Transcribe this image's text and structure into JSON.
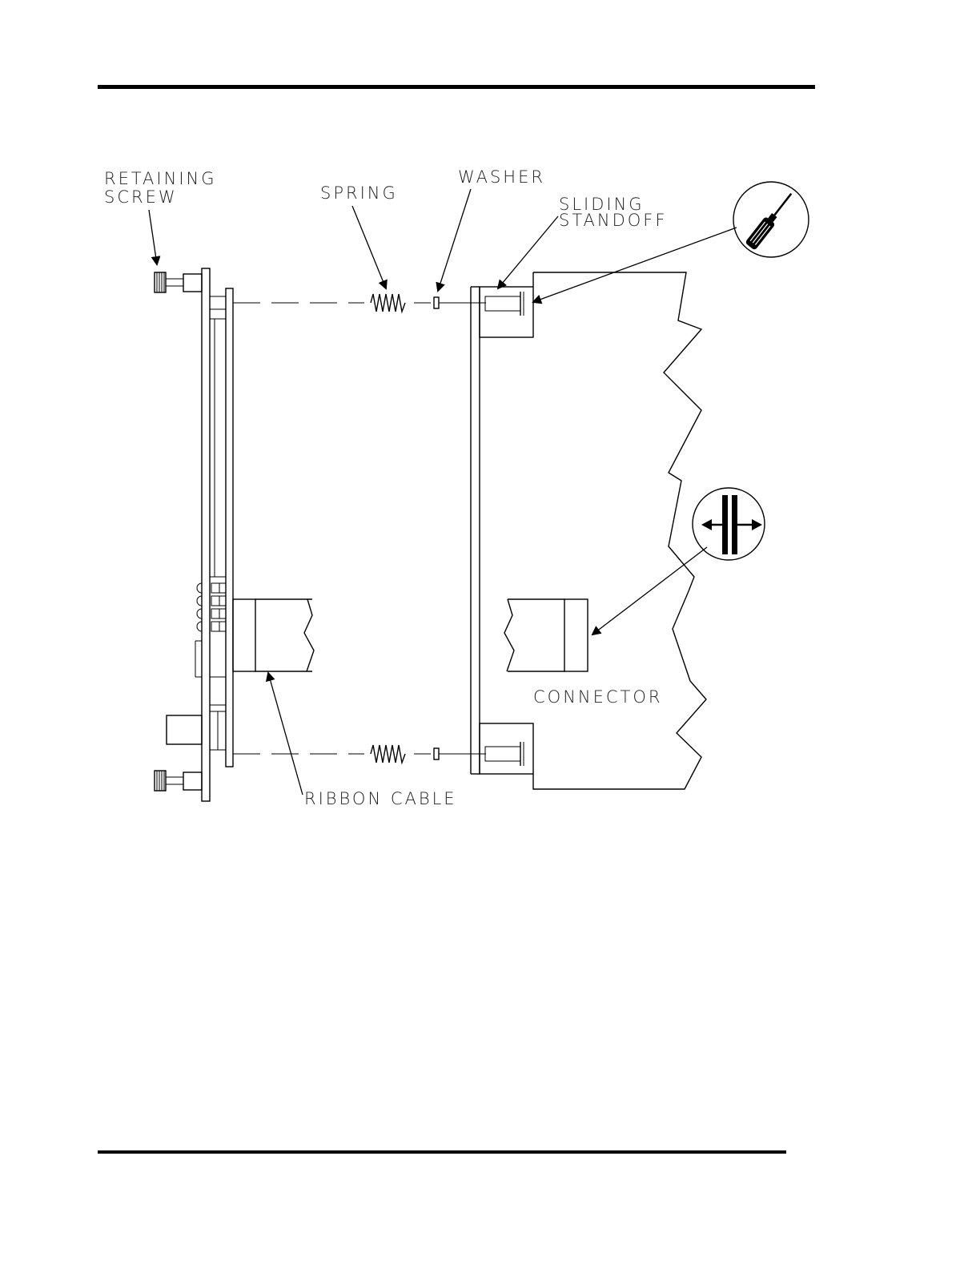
{
  "labels": {
    "retaining_screw_line1": "RETAINING",
    "retaining_screw_line2": "SCREW",
    "spring": "SPRING",
    "washer": "WASHER",
    "sliding_standoff_line1": "SLIDING",
    "sliding_standoff_line2": "STANDOFF",
    "connector": "CONNECTOR",
    "ribbon_cable": "RIBBON CABLE"
  },
  "icons": {
    "tool_callout": "screwdriver-icon",
    "action_callout": "push-apart-icon"
  },
  "colors": {
    "ink": "#000000",
    "background": "#ffffff"
  }
}
